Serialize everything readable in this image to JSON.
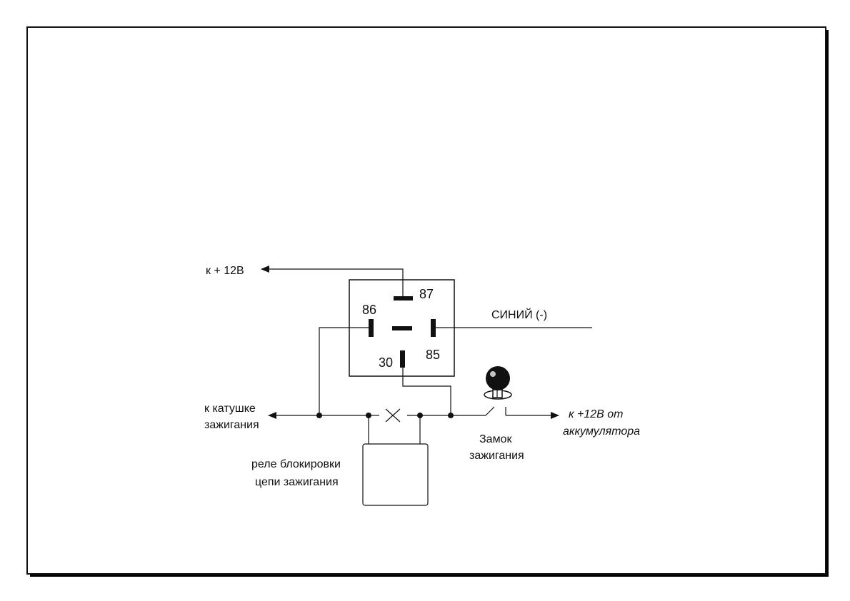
{
  "diagram": {
    "colors": {
      "line": "#111111",
      "page_border": "#111111",
      "page_shadow": "#000000",
      "background": "#ffffff"
    },
    "relay": {
      "pin_87": "87",
      "pin_86": "86",
      "pin_85": "85",
      "pin_30": "30"
    },
    "labels": {
      "to_plus12": "к + 12В",
      "blue_wire": "СИНИЙ (-)",
      "ignition_coil_line1": "к  катушке",
      "ignition_coil_line2": "зажигания",
      "battery_line1": "к  +12В от",
      "battery_line2": "аккумулятора",
      "ignition_lock_line1": "Замок",
      "ignition_lock_line2": "зажигания",
      "blocking_relay_line1": "реле блокировки",
      "blocking_relay_line2": "цепи зажигания"
    },
    "icons": [
      "ignition-key-icon",
      "arrow-left-icon",
      "arrow-right-icon",
      "break-cross-icon"
    ]
  }
}
